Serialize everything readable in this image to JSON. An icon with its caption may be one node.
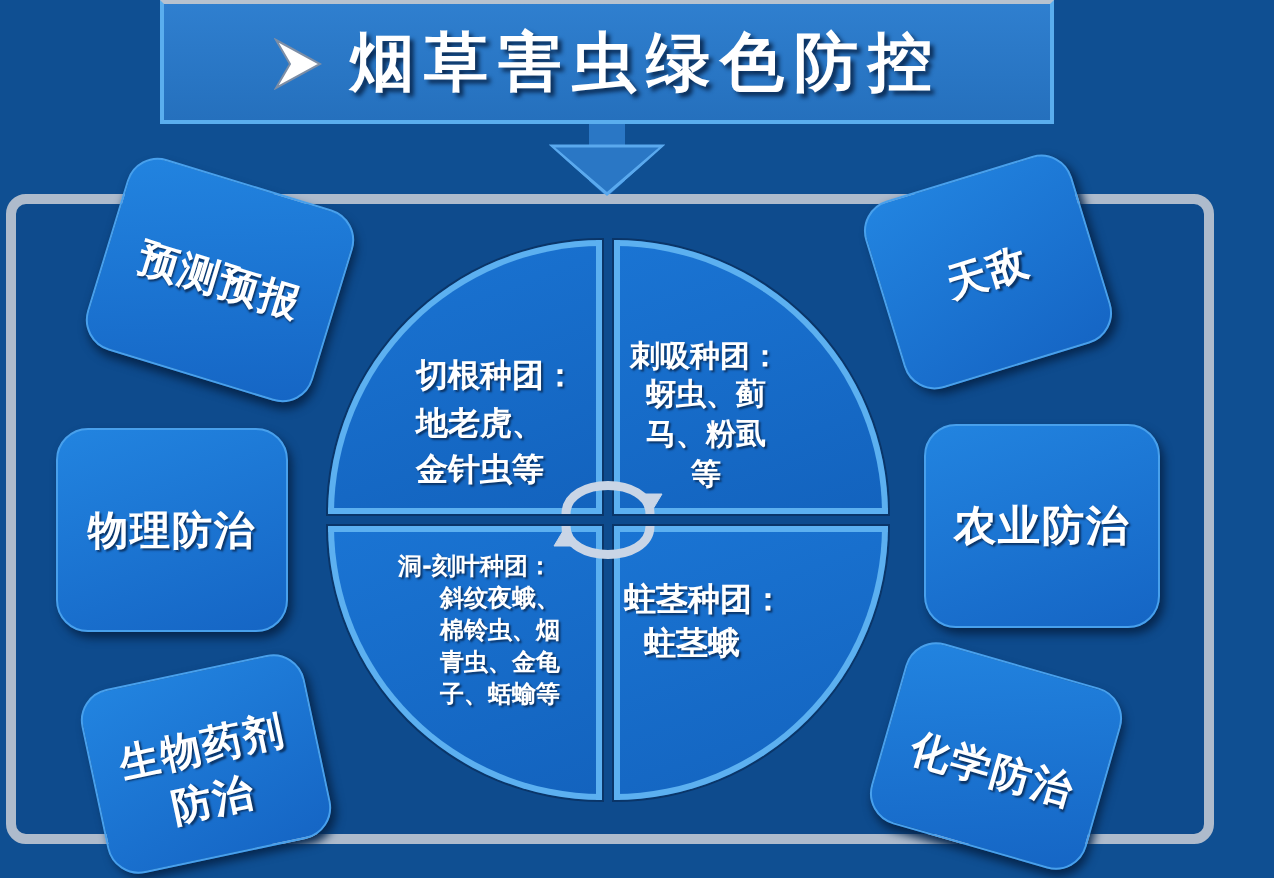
{
  "diagram": {
    "nodes": [
      {
        "text": [
          "烟草害虫绿色防控"
        ]
      },
      {
        "text": [],
        "shape": "box"
      },
      {
        "text": [
          "预测预报"
        ]
      },
      {
        "text": [
          "天敌"
        ]
      },
      {
        "text": [
          "切根种团：",
          "地老虎、金针虫等"
        ],
        "in": 1
      },
      {
        "text": [
          "刺吸种团：",
          "蚜虫、蓟马、粉虱等"
        ],
        "in": 1
      },
      {
        "text": [
          "物理防治"
        ],
        "in": 1
      },
      {
        "text": [
          "农业防治"
        ],
        "in": 1
      },
      {
        "text": [
          "洞-刻叶种团：",
          "斜纹夜蛾、棉铃虫、烟青虫、金龟子、蛞蝓等"
        ],
        "in": 1
      },
      {
        "text": [
          "蛀茎种团：",
          "蛀茎蛾"
        ],
        "in": 1
      },
      {
        "text": [
          "生物药剂防治"
        ]
      },
      {
        "text": [
          "化学防治"
        ]
      }
    ],
    "edges": [
      {
        "from": 0,
        "to": 1,
        "arrow": "to",
        "style": "thick",
        "color": "#2a77c5"
      },
      {
        "from": 4,
        "to": 5,
        "arrow": "to"
      },
      {
        "from": 9,
        "to": 8,
        "arrow": "to"
      }
    ]
  }
}
